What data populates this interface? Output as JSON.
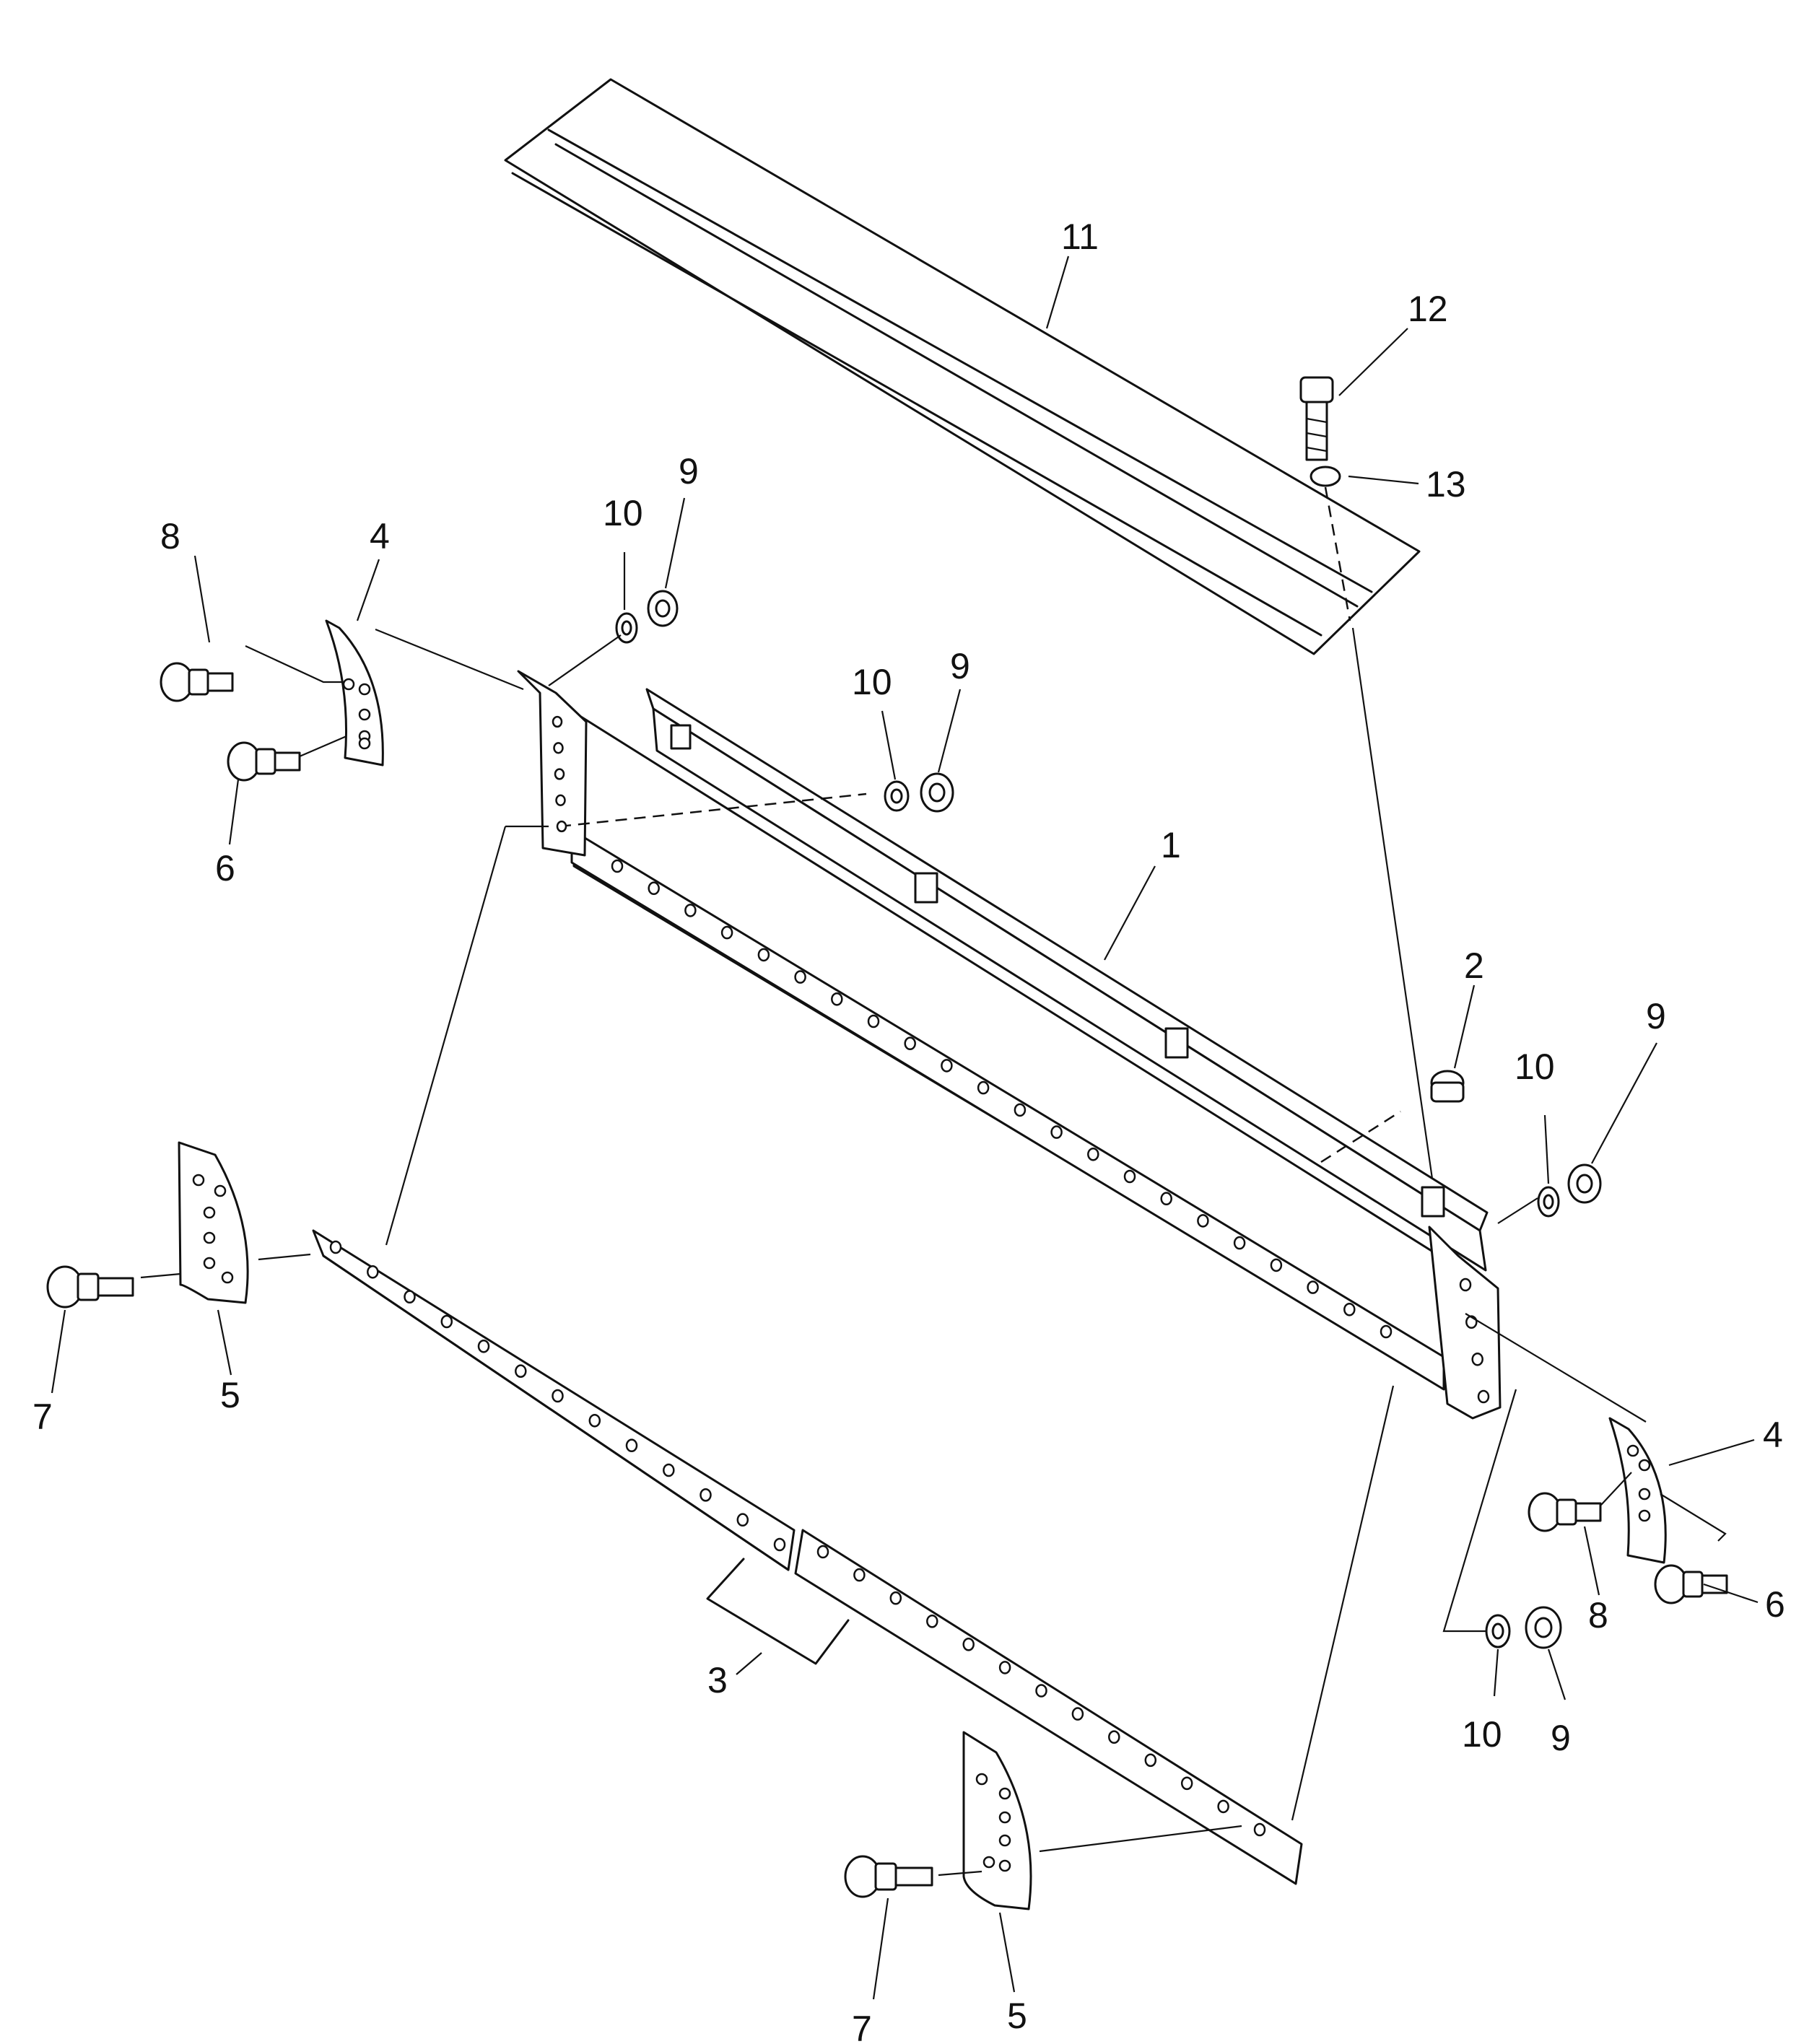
{
  "callouts": {
    "c1": "1",
    "c2": "2",
    "c3": "3",
    "c4a": "4",
    "c4b": "4",
    "c5a": "5",
    "c5b": "5",
    "c6a": "6",
    "c6b": "6",
    "c7a": "7",
    "c7b": "7",
    "c8a": "8",
    "c8b": "8",
    "c9a": "9",
    "c9b": "9",
    "c9c": "9",
    "c9d": "9",
    "c10a": "10",
    "c10b": "10",
    "c10c": "10",
    "c10d": "10",
    "c11": "11",
    "c12": "12",
    "c13": "13"
  }
}
